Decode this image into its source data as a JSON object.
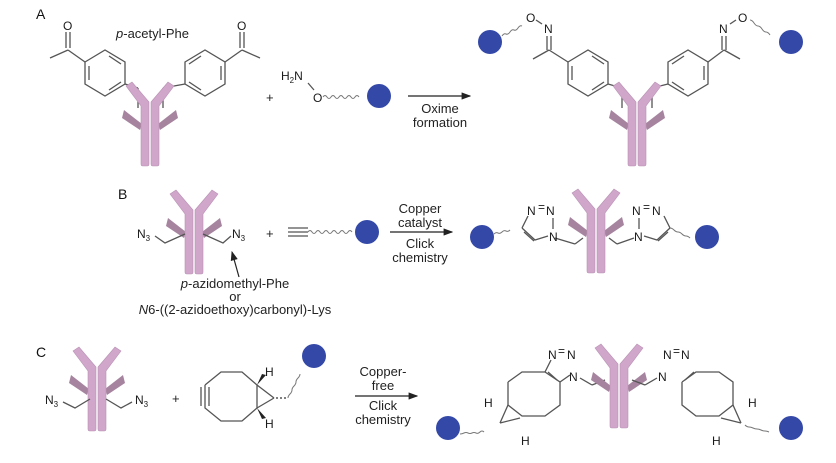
{
  "colors": {
    "antibody_heavy": "#d0a6cb",
    "antibody_light": "#a6849f",
    "payload": "#3448a8",
    "bond": "#555555"
  },
  "panels": [
    {
      "label": "A",
      "reagent_label": "p-acetyl-Phe",
      "reagent_label_italic_prefix": "p",
      "plus": "+",
      "second_reactant": {
        "amine": "H",
        "amine_sub": "2",
        "amine_N": "N",
        "oxygen": "O"
      },
      "arrow_above": [],
      "arrow_below": [
        "Oxime",
        "formation"
      ],
      "product_atoms": {
        "O": "O",
        "N": "N"
      }
    },
    {
      "label": "B",
      "azide": {
        "N": "N",
        "sub": "3"
      },
      "plus": "+",
      "annotation": [
        "p-azidomethyl-Phe",
        "or",
        "N6-((2-azidoethoxy)carbonyl)-Lys"
      ],
      "arrow_above": [
        "Copper",
        "catalyst"
      ],
      "arrow_below": [
        "Click",
        "chemistry"
      ],
      "triazole": {
        "N": "N"
      }
    },
    {
      "label": "C",
      "azide": {
        "N": "N",
        "sub": "3"
      },
      "plus": "+",
      "hydrogen": "H",
      "arrow_above": [
        "Copper-",
        "free"
      ],
      "arrow_below": [
        "Click",
        "chemistry"
      ],
      "triazole": {
        "N": "N"
      }
    }
  ]
}
